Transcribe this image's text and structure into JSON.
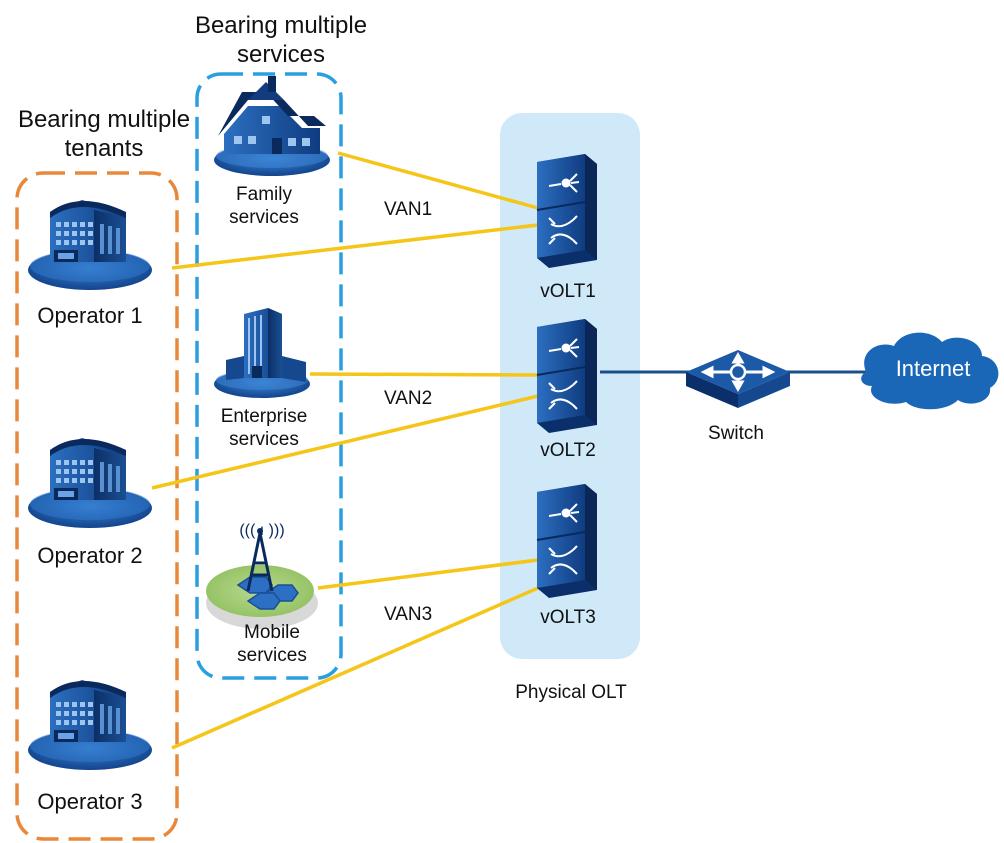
{
  "colors": {
    "tenant_group_border": "#e8883a",
    "service_group_border": "#2a9fe0",
    "olt_panel": "#cfe9f9",
    "link_line": "#f5c518",
    "uplink_line": "#1b4f8c",
    "device_blue": "#1c5aa8",
    "device_dark": "#0d3470",
    "cloud": "#1a67b8"
  },
  "groups": {
    "tenants_title": [
      "Bearing multiple",
      "tenants"
    ],
    "services_title": [
      "Bearing multiple",
      "services"
    ]
  },
  "operators": [
    {
      "label": "Operator 1",
      "icon": "operator-building-icon"
    },
    {
      "label": "Operator 2",
      "icon": "operator-building-icon"
    },
    {
      "label": "Operator 3",
      "icon": "operator-building-icon"
    }
  ],
  "services": [
    {
      "label": [
        "Family",
        "services"
      ],
      "icon": "house-icon"
    },
    {
      "label": [
        "Enterprise",
        "services"
      ],
      "icon": "office-tower-icon"
    },
    {
      "label": [
        "Mobile",
        "services"
      ],
      "icon": "cell-tower-icon"
    }
  ],
  "vans": [
    "VAN1",
    "VAN2",
    "VAN3"
  ],
  "volts": [
    "vOLT1",
    "vOLT2",
    "vOLT3"
  ],
  "physical_olt_label": "Physical OLT",
  "switch_label": "Switch",
  "internet_label": "Internet"
}
